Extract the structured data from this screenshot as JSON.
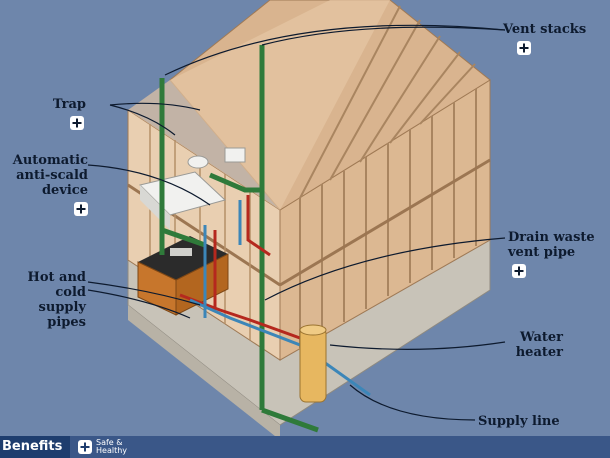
{
  "labels": {
    "vent_stacks": "Vent stacks",
    "trap": "Trap",
    "anti_scald": "Automatic\nanti-scald\ndevice",
    "drain_waste": "Drain waste\nvent pipe",
    "supply_pipes": "Hot and\ncold supply\npipes",
    "water_heater": "Water\nheater",
    "supply_line": "Supply line"
  },
  "bottom_bar": {
    "tab_label": "Benefits",
    "safe_label": "Safe &\nHealthy"
  },
  "colors": {
    "background": "#6e86ab",
    "vent_pipe": "#2f7a3a",
    "hot_pipe": "#b5281e",
    "cold_pipe": "#3c86b8",
    "framing": "#d9b48f",
    "foundation": "#c8c3b8",
    "label_text": "#0d1a2e"
  },
  "icons": {
    "expand": "plus-icon"
  }
}
